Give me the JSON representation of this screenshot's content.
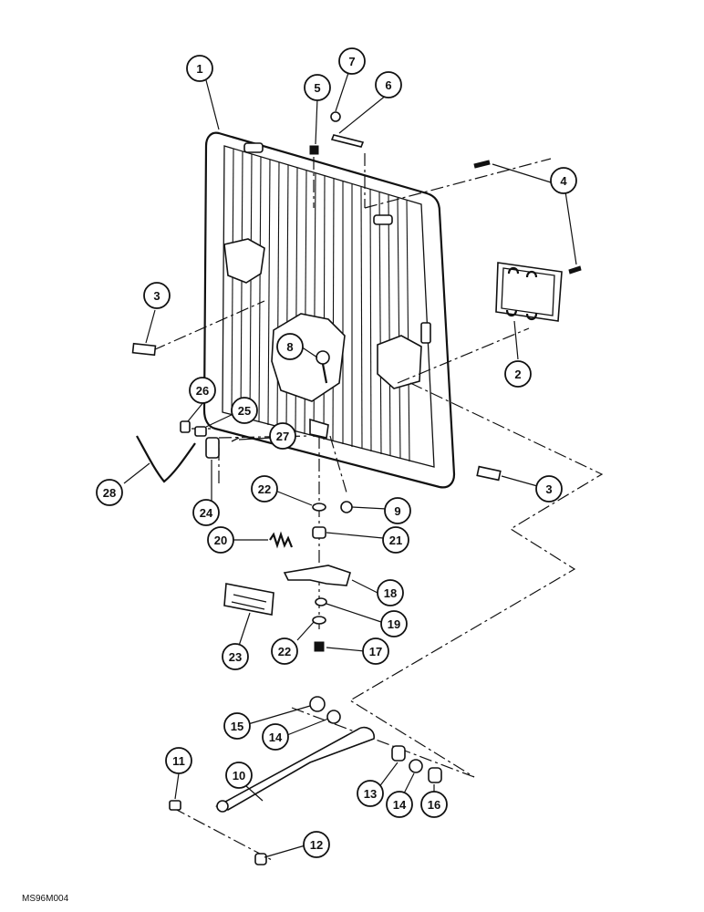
{
  "figure_code": "MS96M004",
  "callouts": [
    "1",
    "2",
    "3",
    "3",
    "4",
    "5",
    "6",
    "7",
    "8",
    "9",
    "10",
    "11",
    "12",
    "13",
    "14",
    "14",
    "15",
    "16",
    "17",
    "18",
    "19",
    "20",
    "21",
    "22",
    "22",
    "23",
    "24",
    "25",
    "26",
    "27",
    "28"
  ]
}
